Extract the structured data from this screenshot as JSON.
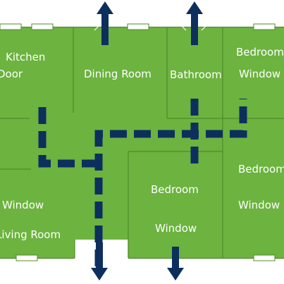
{
  "floor_plan": {
    "colors": {
      "background": "#ffffff",
      "floor": "#6cb33f",
      "wall": "#4f8b2a",
      "route": "#0d2f5e"
    },
    "labels": [
      {
        "id": "kitchen",
        "text": "Kitchen"
      },
      {
        "id": "kitchen-door",
        "text": "Door"
      },
      {
        "id": "dining",
        "text": "Dining Room"
      },
      {
        "id": "bathroom",
        "text": "Bathroom"
      },
      {
        "id": "bedroom-ne",
        "text": "Bedroom"
      },
      {
        "id": "bedroom-ne-window",
        "text": "Window"
      },
      {
        "id": "bedroom-e",
        "text": "Bedroom"
      },
      {
        "id": "bedroom-e-window",
        "text": "Window"
      },
      {
        "id": "bedroom-s",
        "text": "Bedroom"
      },
      {
        "id": "bedroom-s-window",
        "text": "Window"
      },
      {
        "id": "living-window",
        "text": "Window"
      },
      {
        "id": "living",
        "text": "Living Room"
      }
    ],
    "icons": {
      "window": "window-icon",
      "exit_arrow": "exit-arrow-icon",
      "route": "escape-route-line"
    }
  }
}
